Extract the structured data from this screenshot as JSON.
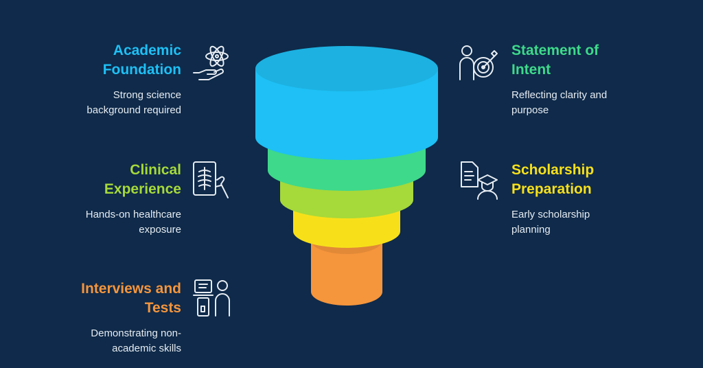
{
  "colors": {
    "background": "#0f2a4a",
    "tier1": "#1ec0f5",
    "tier2": "#3ed98a",
    "tier3": "#a6d93a",
    "tier4": "#f7e01a",
    "tier5": "#f5953c"
  },
  "items": [
    {
      "title": "Academic Foundation",
      "title_lines": [
        "Academic",
        "Foundation"
      ],
      "desc_lines": [
        "Strong science",
        "background required"
      ],
      "color": "#1ec0f5",
      "icon": "atom-hand-icon"
    },
    {
      "title_lines": [
        "Clinical",
        "Experience"
      ],
      "desc_lines": [
        "Hands-on healthcare",
        "exposure"
      ],
      "color": "#a6d93a",
      "icon": "xray-scan-icon"
    },
    {
      "title_lines": [
        "Interviews and",
        "Tests"
      ],
      "desc_lines": [
        "Demonstrating non-",
        "academic skills"
      ],
      "color": "#f5953c",
      "icon": "interview-icon"
    },
    {
      "title_lines": [
        "Statement of",
        "Intent"
      ],
      "desc_lines": [
        "Reflecting clarity and",
        "purpose"
      ],
      "color": "#3ed98a",
      "icon": "person-target-icon"
    },
    {
      "title_lines": [
        "Scholarship",
        "Preparation"
      ],
      "desc_lines": [
        "Early scholarship",
        "planning"
      ],
      "color": "#f7e01a",
      "icon": "graduate-document-icon"
    }
  ]
}
